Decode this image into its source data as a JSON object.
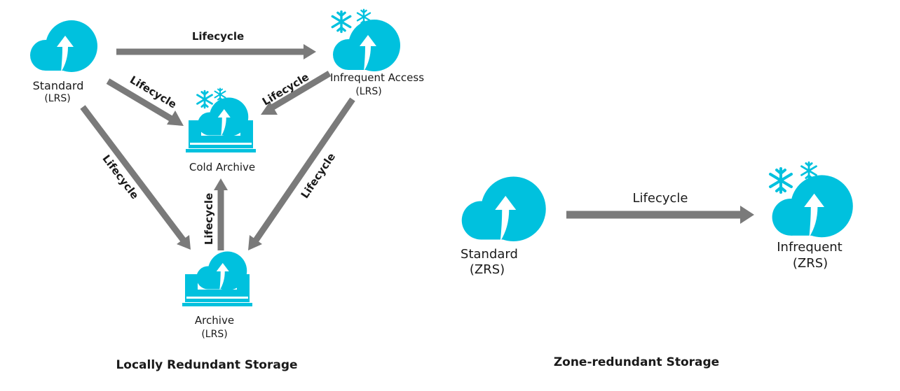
{
  "colors": {
    "icon": "#00c1de",
    "arrow": "#7a7a7a",
    "text": "#1a1a1a"
  },
  "lrs": {
    "standard": {
      "name": "Standard",
      "tier": "(LRS)",
      "icon": "cloud-upload-icon"
    },
    "infrequent": {
      "name": "Infrequent Access",
      "tier": "(LRS)",
      "icon": "snowflake-cloud-icon"
    },
    "cold_archive": {
      "name": "Cold Archive",
      "icon": "snowflake-archive-box-icon"
    },
    "archive": {
      "name": "Archive",
      "tier": "(LRS)",
      "icon": "archive-box-icon"
    },
    "caption": "Locally Redundant Storage"
  },
  "zrs": {
    "standard": {
      "name": "Standard",
      "tier": "(ZRS)",
      "icon": "cloud-upload-icon"
    },
    "infrequent": {
      "name": "Infrequent",
      "tier": "(ZRS)",
      "icon": "snowflake-cloud-icon"
    },
    "caption": "Zone-redundant Storage"
  },
  "arrows": {
    "lrs_std_to_ia": "Lifecycle",
    "lrs_std_to_cold": "Lifecycle",
    "lrs_ia_to_cold": "Lifecycle",
    "lrs_std_to_archive": "Lifecycle",
    "lrs_ia_to_archive": "Lifecycle",
    "lrs_archive_to_cold": "Lifecycle",
    "zrs_std_to_ia": "Lifecycle"
  }
}
